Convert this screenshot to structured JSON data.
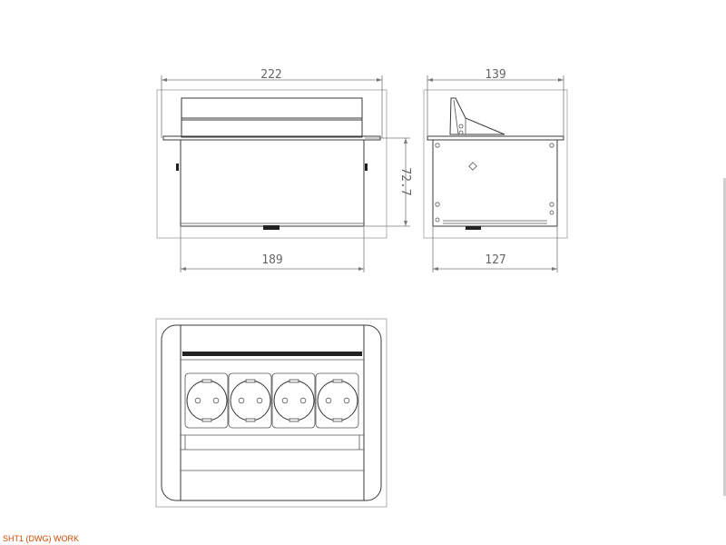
{
  "drawing": {
    "front_view": {
      "width_label": "222",
      "body_label": "189",
      "height_label": "72.7"
    },
    "side_view": {
      "width_label": "139",
      "body_label": "127"
    },
    "top_view": {
      "socket_count": 4
    }
  },
  "status": {
    "sheet_label": "SHT1 (DWG) WORK"
  },
  "colors": {
    "line": "#3a3a3a",
    "dimension": "#7a7a7a",
    "frame": "#b0b0b0",
    "status": "#d04a00"
  }
}
